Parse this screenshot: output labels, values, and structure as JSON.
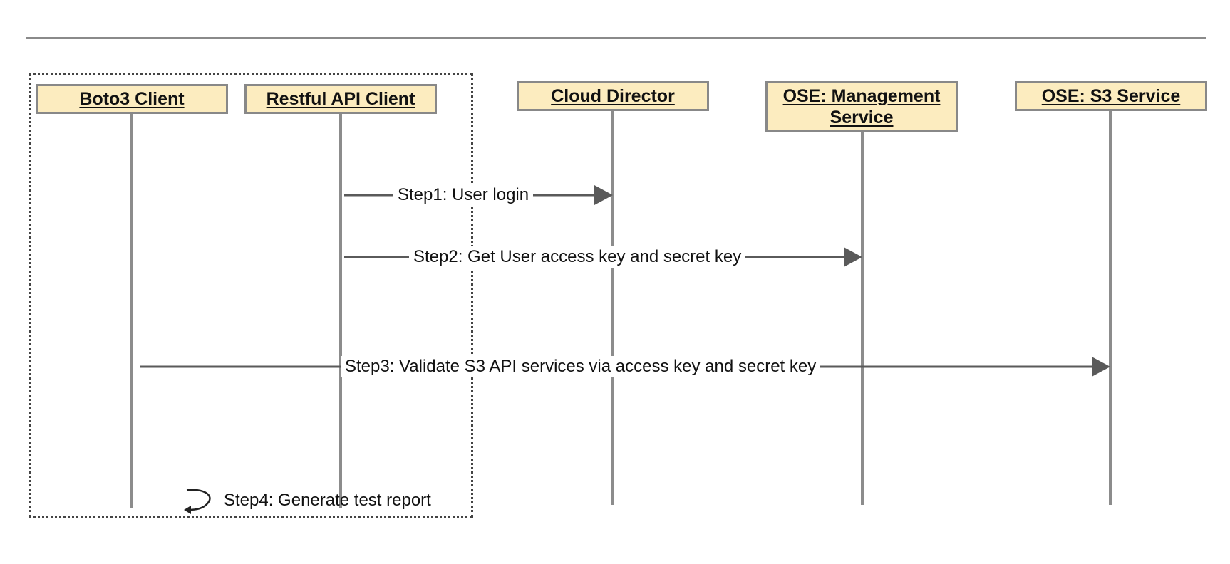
{
  "lifelines": {
    "boto3_client": "Boto3 Client",
    "restful_api_client": "Restful API Client",
    "cloud_director": "Cloud Director",
    "ose_management_service": "OSE: Management Service",
    "ose_s3_service": "OSE: S3 Service"
  },
  "messages": {
    "step1": "Step1: User login",
    "step2": "Step2: Get User access key and secret key",
    "step3": "Step3: Validate S3 API services via access key and secret key",
    "step4": "Step4: Generate test report"
  },
  "colors": {
    "lifeline_fill": "#fcecbf",
    "lifeline_border": "#888888",
    "line": "#5a5a5a",
    "lifeline_stroke": "#8c8c8c"
  }
}
